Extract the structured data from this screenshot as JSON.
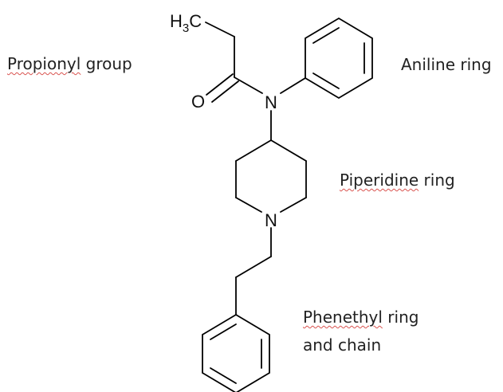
{
  "structure": {
    "atoms": {
      "methyl": {
        "main": "H",
        "sub": "3",
        "tail": "C"
      },
      "oxygen": "O",
      "amide_nitrogen": "N",
      "piperidine_nitrogen": "N"
    }
  },
  "annotations": {
    "propionyl": {
      "word": "Propionyl",
      "rest": " group"
    },
    "aniline": {
      "word": "Aniline",
      "rest": " ring"
    },
    "piperidine": {
      "word": "Piperidine",
      "rest": " ring"
    },
    "phenethyl": {
      "word": "Phenethyl",
      "rest": " ring",
      "line2": "and chain"
    }
  },
  "colors": {
    "bond": "#000000",
    "text": "#222222",
    "spellcheck_underline": "#d9534f"
  }
}
